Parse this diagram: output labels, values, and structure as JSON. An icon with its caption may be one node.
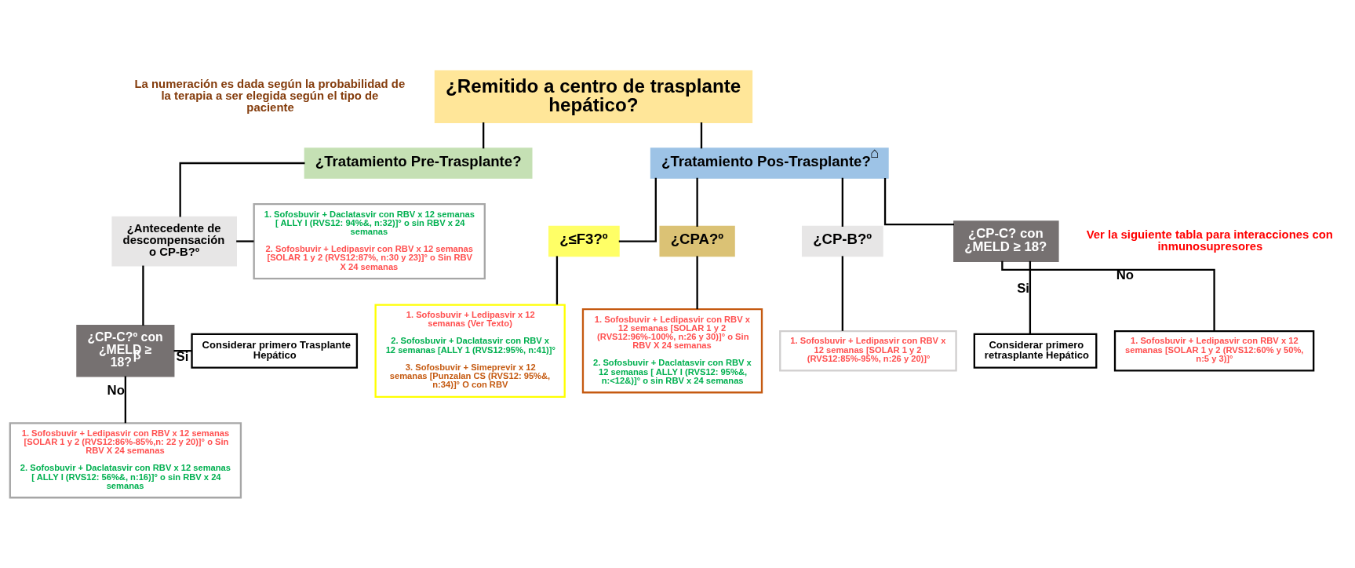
{
  "diagram": {
    "nodes": [
      {
        "text": [
          "¿Remitido a centro de trasplante hepático?"
        ]
      },
      {
        "text": [
          "¿Tratamiento Pre-Trasplante?"
        ]
      },
      {
        "text": [
          "¿Tratamiento Pos-Trasplante?$^{⌂}$"
        ]
      },
      {
        "text": [
          "¿Antecedente de descompensación o CP-B?º"
        ]
      },
      {
        "text": [
          "1. Sofosbuvir + Daclatasvir con RBV x 12 semanas [ ALLY I (RVS12: 94%&, n:32)]° o sin RBV x 24 semanas",
          "2. Sofosbuvir + Ledipasvir con RBV x 12 semanas [SOLAR 1 y 2 (RVS12:87%, n:30 y 23)]° o Sin RBV X 24 semanas"
        ]
      },
      {
        "text": [
          "¿CP-C?º con ¿MELD ≥ 18?$^{β}$"
        ]
      },
      {
        "text": [
          "Considerar primero Trasplante Hepático"
        ]
      },
      {
        "text": [
          "1. Sofosbuvir + Ledipasvir con RBV x 12 semanas [SOLAR 1 y 2 (RVS12:86%-85%,n: 22 y 20)]° o Sin RBV X 24 semanas",
          "2. Sofosbuvir + Daclatasvir con RBV x 12 semanas [ ALLY I (RVS12: 56%&, n:16)]° o sin RBV x 24 semanas"
        ]
      },
      {
        "text": [
          "¿≤F3?º"
        ]
      },
      {
        "text": [
          "¿CPA?º"
        ]
      },
      {
        "text": [
          "¿CP-B?º"
        ]
      },
      {
        "text": [
          "¿CP-C? con ¿MELD ≥ 18?"
        ]
      },
      {
        "text": [
          "1. Sofosbuvir + Ledipasvir x 12 semanas (Ver Texto)",
          "2. Sofosbuvir + Daclatasvir con RBV x 12 semanas [ALLY 1 (RVS12:95%, n:41)]°",
          "3. Sofosbuvir + Simeprevir x 12 semanas [Punzalan CS (RVS12: 95%&, n:34)]° O con RBV"
        ]
      },
      {
        "text": [
          "1. Sofosbuvir + Ledipasvir con RBV x 12 semanas [SOLAR 1 y 2 (RVS12:96%-100%, n:26 y 30)]° o Sin RBV X 24 semanas",
          "2. Sofosbuvir + Daclatasvir con RBV x 12 semanas [ ALLY I (RVS12: 95%&, n:<12&)]° o sin RBV x 24 semanas"
        ]
      },
      {
        "text": [
          "1. Sofosbuvir + Ledipasvir con RBV x 12 semanas [SOLAR 1 y 2 (RVS12:85%-95%, n:26 y 20)]°"
        ]
      },
      {
        "text": [
          "Considerar primero retrasplante Hepático"
        ]
      },
      {
        "text": [
          "1. Sofosbuvir + Ledipasvir con RBV x 12 semanas [SOLAR 1 y 2 (RVS12:60% y 50%, n:5 y 3)]°"
        ]
      }
    ],
    "edges": [
      {
        "from": 0,
        "to": 1,
        "arrow": "none"
      },
      {
        "from": 0,
        "to": 2,
        "arrow": "none"
      },
      {
        "from": 1,
        "to": 3,
        "arrow": "none"
      },
      {
        "from": 3,
        "to": 4,
        "arrow": "none"
      },
      {
        "from": 3,
        "to": 5,
        "arrow": "none"
      },
      {
        "from": 5,
        "to": 6,
        "label": "Si",
        "arrow": "none"
      },
      {
        "from": 5,
        "to": 7,
        "label": "No",
        "arrow": "none"
      },
      {
        "from": 2,
        "to": 8,
        "arrow": "none"
      },
      {
        "from": 2,
        "to": 9,
        "arrow": "none"
      },
      {
        "from": 2,
        "to": 10,
        "arrow": "none"
      },
      {
        "from": 2,
        "to": 11,
        "arrow": "none"
      },
      {
        "from": 8,
        "to": 12,
        "arrow": "none"
      },
      {
        "from": 9,
        "to": 13,
        "arrow": "none"
      },
      {
        "from": 10,
        "to": 14,
        "arrow": "none"
      },
      {
        "from": 11,
        "to": 16,
        "label": "No",
        "arrow": "none"
      },
      {
        "from": 11,
        "to": 15,
        "label": "Si",
        "arrow": "none"
      }
    ],
    "labels": [
      "La numeración es dada según la probabilidad de la terapia a ser elegida según el tipo de paciente",
      "Ver la siguiente tabla para interacciones con inmunosupresores"
    ]
  }
}
